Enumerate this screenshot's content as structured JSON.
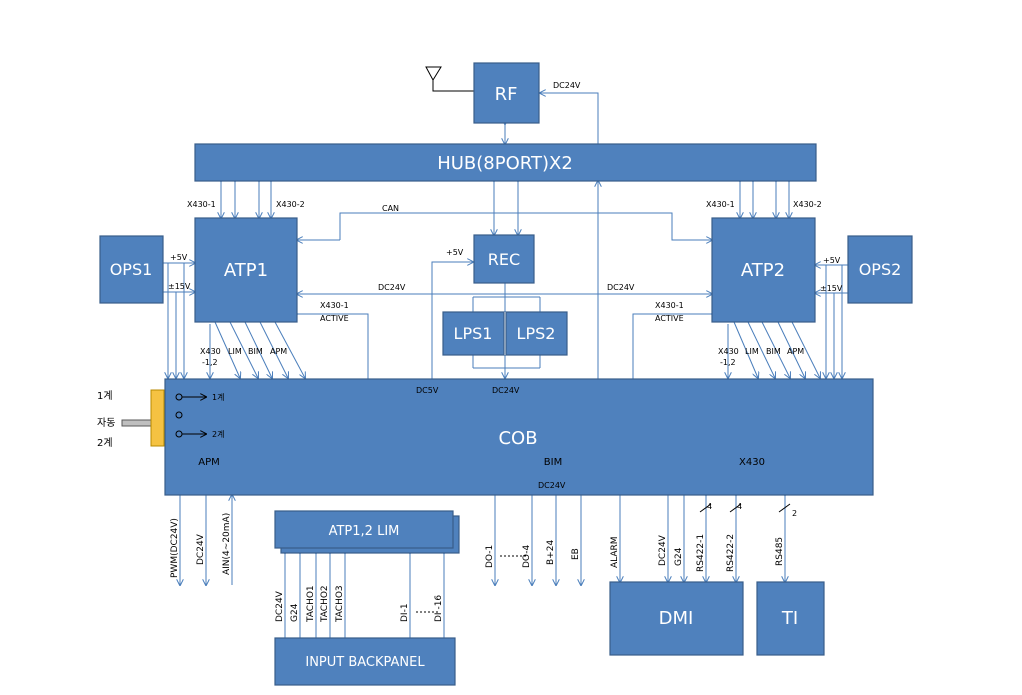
{
  "blocks": {
    "rf": "RF",
    "hub": "HUB(8PORT)X2",
    "atp1": "ATP1",
    "atp2": "ATP2",
    "ops1": "OPS1",
    "ops2": "OPS2",
    "rec": "REC",
    "lps1": "LPS1",
    "lps2": "LPS2",
    "cob": "COB",
    "lim": "ATP1,2 LIM",
    "backpanel": "INPUT BACKPANEL",
    "dmi": "DMI",
    "ti": "TI"
  },
  "signals": {
    "rf_dc24v": "DC24V",
    "x430_1_left": "X430-1",
    "x430_2_left": "X430-2",
    "x430_1_right": "X430-1",
    "x430_2_right": "X430-2",
    "can": "CAN",
    "rec_5v": "+5V",
    "dc24v_left": "DC24V",
    "dc24v_right": "DC24V",
    "x430_active_left_1": "X430-1",
    "x430_active_left_2": "ACTIVE",
    "x430_active_right_1": "X430-1",
    "x430_active_right_2": "ACTIVE",
    "ops1_p5v": "+5V",
    "ops1_pm15v": "±15V",
    "ops2_p5v": "+5V",
    "ops2_pm15v": "±15V",
    "dc5v": "DC5V",
    "lps_dc24v": "DC24V",
    "cob_dc24v": "DC24V"
  },
  "atp1_inputs": [
    "X430",
    "-1,2",
    "LIM",
    "BIM",
    "APM"
  ],
  "atp2_inputs": [
    "X430",
    "-1,2",
    "LIM",
    "BIM",
    "APM"
  ],
  "selector": {
    "label_1": "1계",
    "label_auto": "자동",
    "label_2": "2계",
    "arrow_1": "1계",
    "arrow_2": "2계"
  },
  "cob_groups": {
    "apm": "APM",
    "bim": "BIM",
    "x430": "X430"
  },
  "apm_outputs": [
    "PWM(DC24V)",
    "DC24V",
    "AIN(4~20mA)"
  ],
  "lim_outputs": [
    "DC24V",
    "G24",
    "TACHO1",
    "TACHO2",
    "TACHO3",
    "DI-1",
    "DI -16"
  ],
  "bim_outputs": [
    "DO-1",
    "DO-4",
    "B+24",
    "EB",
    "ALARM"
  ],
  "dmi_inputs": [
    "DC24V",
    "G24",
    "RS422-1",
    "RS422-2"
  ],
  "bus_width": {
    "rs422_1": "4",
    "rs422_2": "4",
    "rs485": "2"
  },
  "ti_input": "RS485"
}
